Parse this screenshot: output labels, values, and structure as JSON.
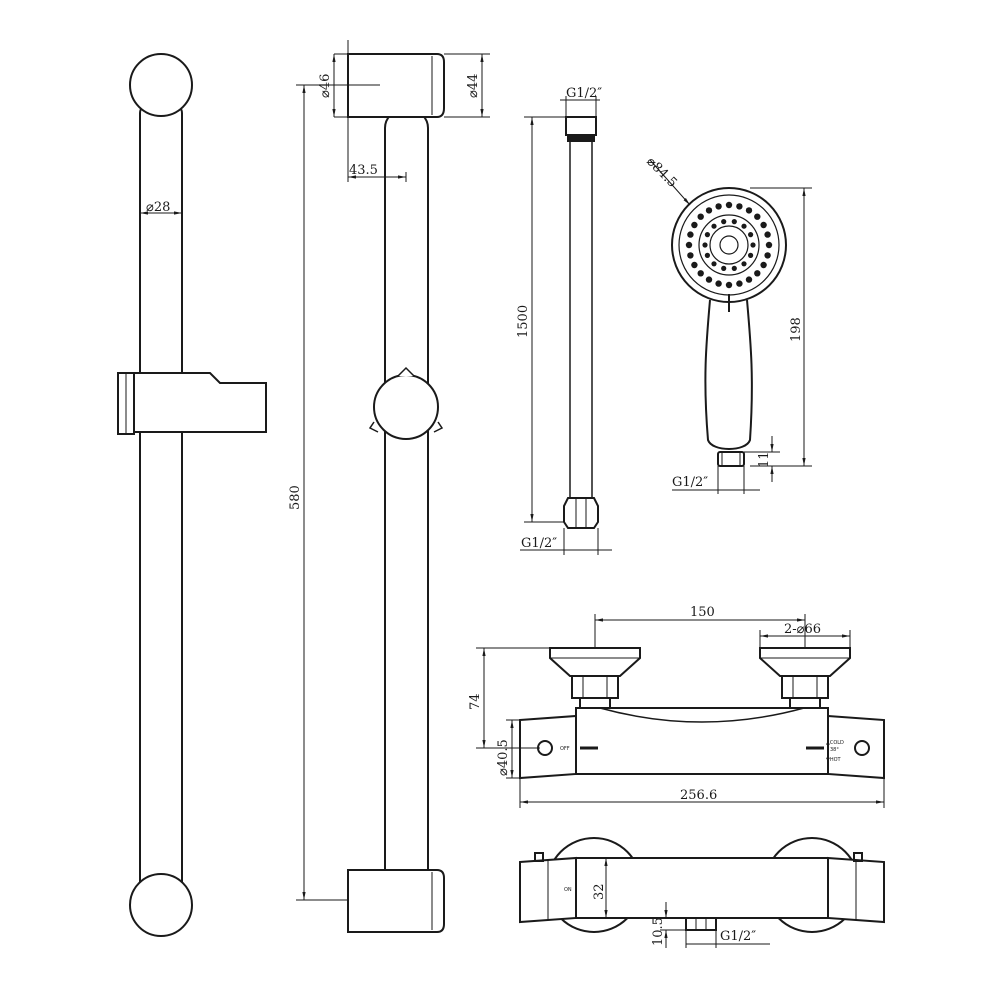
{
  "rail_front": {
    "dia": "⌀28"
  },
  "rail_side": {
    "dia_top": "⌀46",
    "dia_bottom": "⌀44",
    "offset": "43.5",
    "length": "580"
  },
  "hose": {
    "thread_top": "G1/2″",
    "length": "1500",
    "thread_bottom": "G1/2″"
  },
  "hand_shower": {
    "dia": "⌀84.5",
    "length": "198",
    "neck": "11",
    "thread": "G1/2″"
  },
  "mixer_front": {
    "centers": "150",
    "knobs": "2-⌀66",
    "height": "74",
    "body_dia": "⌀40.5",
    "width": "256.6",
    "off_label": "OFF",
    "cold_label": "▲COLD",
    "temp_label": "38°",
    "hot_label": "▼HOT"
  },
  "mixer_bottom": {
    "depth": "32",
    "outlet_offset": "10.5",
    "thread": "G1/2″",
    "on_label": "ON"
  }
}
